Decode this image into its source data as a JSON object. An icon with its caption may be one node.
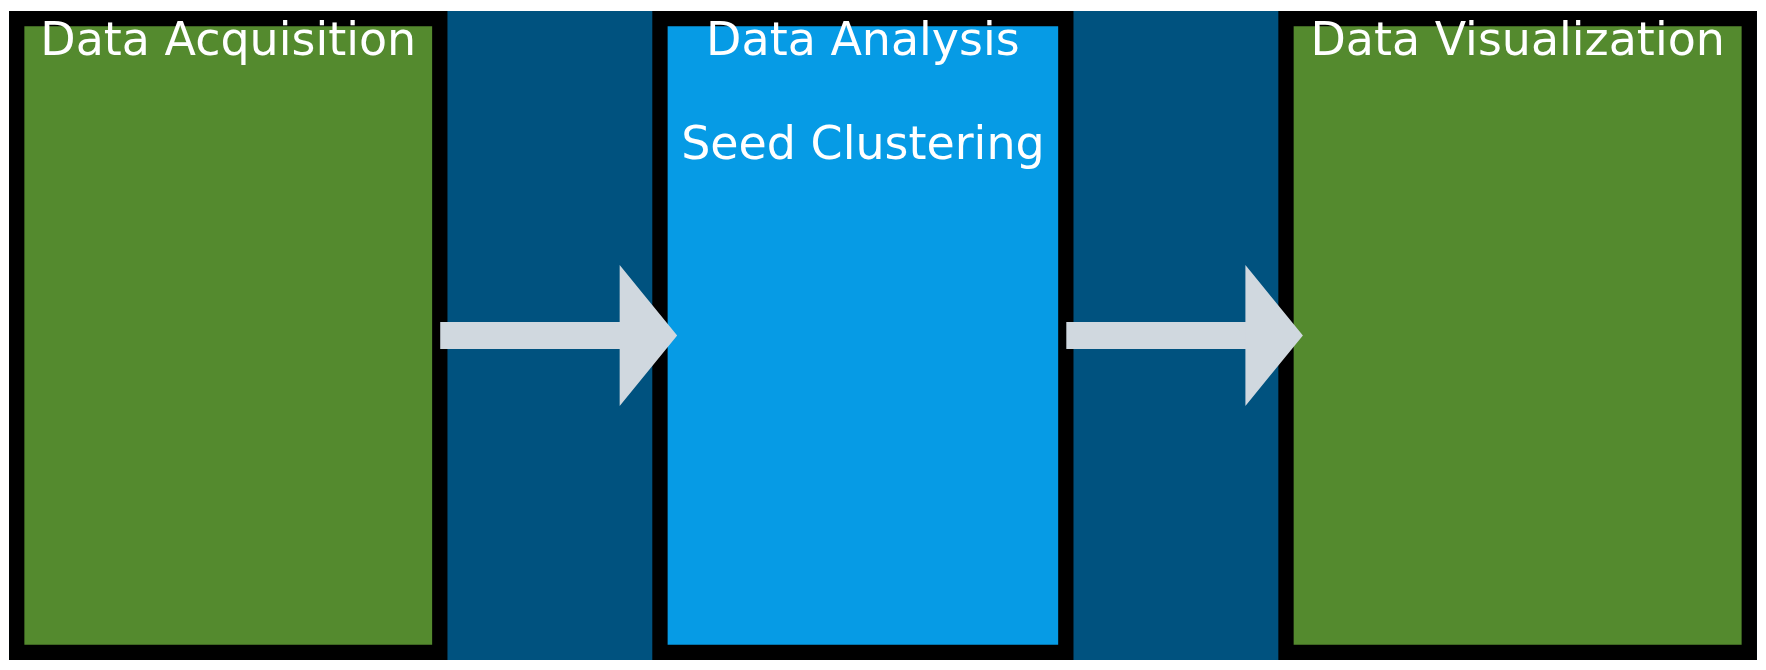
{
  "diagram": {
    "nodes": [
      {
        "text": [
          "Data Acquisition"
        ]
      },
      {
        "text": [
          "Data Analysis",
          "Seed Clustering"
        ]
      },
      {
        "text": [
          "Data Visualization"
        ]
      }
    ],
    "edges": [
      {
        "from": 0,
        "to": 1,
        "arrow": "to"
      },
      {
        "from": 1,
        "to": 2,
        "arrow": "to"
      }
    ]
  }
}
